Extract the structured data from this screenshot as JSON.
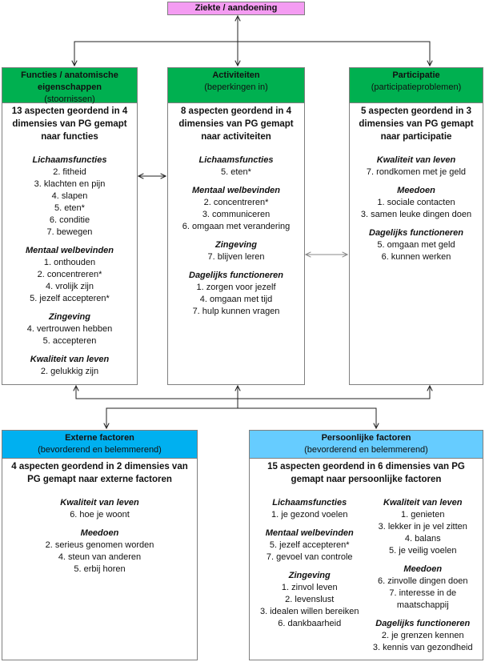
{
  "top": {
    "title": "Ziekte / aandoening",
    "color": "#f49cf2"
  },
  "boxes": {
    "functies": {
      "title": "Functies / anatomische eigenschappen",
      "subtitle": "(stoornissen)",
      "color": "#00b050",
      "summary": "13 aspecten geordend in 4 dimensies van PG gemapt naar functies",
      "sections": [
        {
          "title": "Lichaamsfuncties",
          "items": [
            "2. fitheid",
            "3. klachten en pijn",
            "4. slapen",
            "5. eten*",
            "6. conditie",
            "7. bewegen"
          ]
        },
        {
          "title": "Mentaal welbevinden",
          "items": [
            "1. onthouden",
            "2. concentreren*",
            "4. vrolijk zijn",
            "5. jezelf accepteren*"
          ]
        },
        {
          "title": "Zingeving",
          "items": [
            "4. vertrouwen hebben",
            "5. accepteren"
          ]
        },
        {
          "title": "Kwaliteit van leven",
          "items": [
            "2. gelukkig zijn"
          ]
        }
      ]
    },
    "activiteiten": {
      "title": "Activiteiten",
      "subtitle": "(beperkingen in)",
      "color": "#00b050",
      "summary": "8 aspecten geordend in 4 dimensies van PG gemapt naar activiteiten",
      "sections": [
        {
          "title": "Lichaamsfuncties",
          "items": [
            "5. eten*"
          ]
        },
        {
          "title": "Mentaal welbevinden",
          "items": [
            "2. concentreren*",
            "3. communiceren",
            "6. omgaan met verandering"
          ]
        },
        {
          "title": "Zingeving",
          "items": [
            "7. blijven leren"
          ]
        },
        {
          "title": "Dagelijks functioneren",
          "items": [
            "1. zorgen voor jezelf",
            "4. omgaan met tijd",
            "7. hulp kunnen vragen"
          ]
        }
      ]
    },
    "participatie": {
      "title": "Participatie",
      "subtitle": "(participatieproblemen)",
      "color": "#00b050",
      "summary": "5 aspecten geordend in 3 dimensies van PG gemapt naar participatie",
      "sections": [
        {
          "title": "Kwaliteit van leven",
          "items": [
            "7. rondkomen met je geld"
          ]
        },
        {
          "title": "Meedoen",
          "items": [
            "1. sociale contacten",
            "3. samen leuke dingen doen"
          ]
        },
        {
          "title": "Dagelijks functioneren",
          "items": [
            "5. omgaan met geld",
            "6. kunnen werken"
          ]
        }
      ]
    },
    "externe": {
      "title": "Externe factoren",
      "subtitle": "(bevorderend en belemmerend)",
      "color": "#00b0f0",
      "summary": "4 aspecten geordend in 2 dimensies van PG gemapt naar externe factoren",
      "sections": [
        {
          "title": "Kwaliteit van leven",
          "items": [
            "6. hoe je woont"
          ]
        },
        {
          "title": "Meedoen",
          "items": [
            "2. serieus genomen worden",
            "4. steun van anderen",
            "5. erbij horen"
          ]
        }
      ]
    },
    "persoonlijke": {
      "title": "Persoonlijke factoren",
      "subtitle": "(bevorderend en belemmerend)",
      "color": "#66ccff",
      "summary": "15 aspecten geordend in 6 dimensies van PG gemapt naar persoonlijke factoren",
      "columns": [
        [
          {
            "title": "Lichaamsfuncties",
            "items": [
              "1. je gezond voelen"
            ]
          },
          {
            "title": "Mentaal welbevinden",
            "items": [
              "5. jezelf accepteren*",
              "7. gevoel van controle"
            ]
          },
          {
            "title": "Zingeving",
            "items": [
              "1. zinvol leven",
              "2. levenslust",
              "3. idealen willen bereiken",
              "6. dankbaarheid"
            ]
          }
        ],
        [
          {
            "title": "Kwaliteit van leven",
            "items": [
              "1. genieten",
              "3. lekker in je vel zitten",
              "4. balans",
              "5. je veilig voelen"
            ]
          },
          {
            "title": "Meedoen",
            "items": [
              "6. zinvolle dingen doen",
              "7. interesse in de maatschappij"
            ]
          },
          {
            "title": "Dagelijks functioneren",
            "items": [
              "2. je grenzen kennen",
              "3. kennis van gezondheid"
            ]
          }
        ]
      ]
    }
  }
}
